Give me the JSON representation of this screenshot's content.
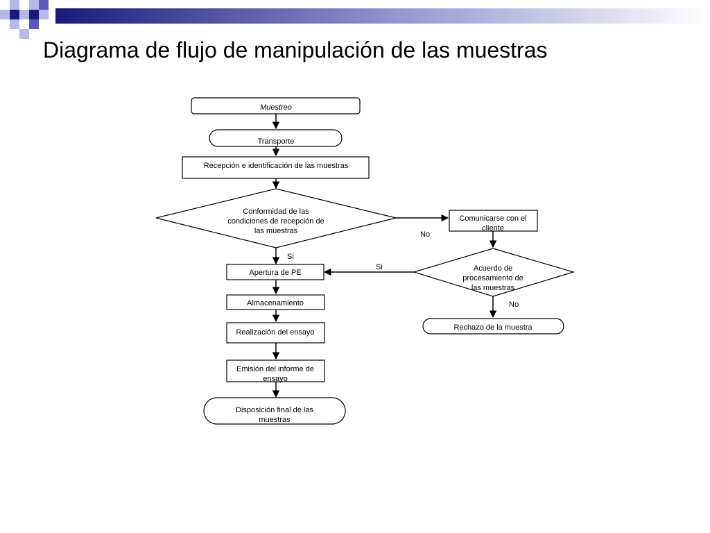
{
  "slide": {
    "title": "Diagrama de flujo de manipulación de las muestras"
  },
  "colors": {
    "dark_blue": "#1a1a7a",
    "mid_blue": "#5a5ac0",
    "light_blue": "#b8b8e8",
    "stroke": "#000000"
  },
  "nodes": {
    "muestreo": "Muestreo",
    "transporte": "Transporte",
    "recepcion": "Recepción e identificación de las muestras",
    "conformidad": [
      "Conformidad de las",
      "condiciones de recepción de",
      "las muestras"
    ],
    "comunicarse": [
      "Comunicarse con el",
      "cliente"
    ],
    "acuerdo": [
      "Acuerdo de",
      "procesamiento de",
      "las muestras"
    ],
    "apertura": "Apertura de PE",
    "almacenamiento": "Almacenamiento",
    "realizacion": "Realización del ensayo",
    "emision": [
      "Emisión del informe de",
      "ensayo"
    ],
    "disposicion": [
      "Disposición final de las",
      "muestras"
    ],
    "rechazo": "Rechazo de la muestra"
  },
  "edge_labels": {
    "no_conformidad": "No",
    "si_conformidad": "Si",
    "si_acuerdo": "Si",
    "no_acuerdo": "No"
  }
}
